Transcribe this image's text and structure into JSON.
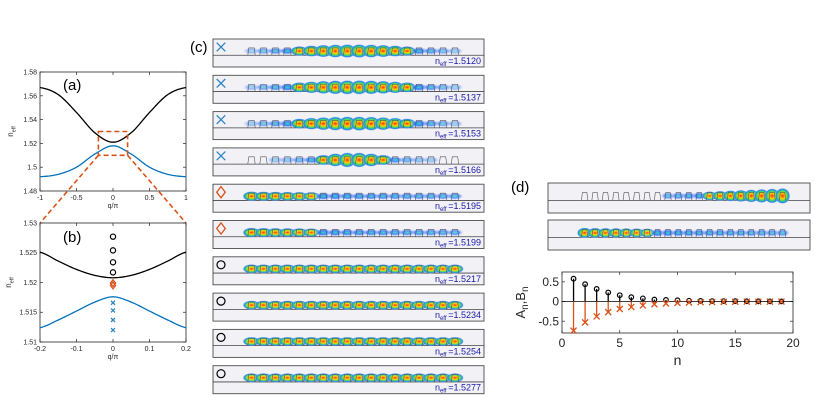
{
  "colors": {
    "upper": "#000000",
    "lower": "#0072BD",
    "accent": "#D95319",
    "xmark": "#2E86C1",
    "neff_text": "#1a1aa6",
    "frame": "#4d4d4d",
    "bg": "#ffffff"
  },
  "panel_letters": {
    "a": "(a)",
    "b": "(b)",
    "c": "(c)",
    "d": "(d)"
  },
  "chart_data": [
    {
      "id": "a",
      "type": "line",
      "xlabel": "q/π",
      "ylabel": "n_eff",
      "xlim": [
        -1,
        1
      ],
      "ylim": [
        1.48,
        1.58
      ],
      "xticks": [
        -1,
        -0.5,
        0,
        0.5,
        1
      ],
      "xtick_labels": [
        "-1",
        "-0.5",
        "0",
        "0.5",
        "1"
      ],
      "yticks": [
        1.48,
        1.5,
        1.52,
        1.54,
        1.56,
        1.58
      ],
      "ytick_labels": [
        "1.48",
        "1.5",
        "1.52",
        "1.54",
        "1.56",
        "1.58"
      ],
      "series": [
        {
          "color": "#000000",
          "x": [
            -1,
            -0.75,
            -0.5,
            -0.25,
            0,
            0.25,
            0.5,
            0.75,
            1
          ],
          "y": [
            1.567,
            1.561,
            1.546,
            1.529,
            1.521,
            1.529,
            1.546,
            1.561,
            1.567
          ]
        },
        {
          "color": "#0072BD",
          "x": [
            -1,
            -0.75,
            -0.5,
            -0.25,
            0,
            0.25,
            0.5,
            0.75,
            1
          ],
          "y": [
            1.492,
            1.494,
            1.5,
            1.511,
            1.518,
            1.511,
            1.5,
            1.494,
            1.492
          ]
        }
      ],
      "zoom_box": {
        "x": [
          -0.2,
          0.2
        ],
        "y": [
          1.51,
          1.53
        ]
      }
    },
    {
      "id": "b",
      "type": "line",
      "xlabel": "q/π",
      "ylabel": "n_eff",
      "xlim": [
        -0.2,
        0.2
      ],
      "ylim": [
        1.51,
        1.53
      ],
      "xticks": [
        -0.2,
        -0.1,
        0,
        0.1,
        0.2
      ],
      "xtick_labels": [
        "-0.2",
        "-0.1",
        "0",
        "0.1",
        "0.2"
      ],
      "yticks": [
        1.51,
        1.515,
        1.52,
        1.525,
        1.53
      ],
      "ytick_labels": [
        "1.51",
        "1.515",
        "1.52",
        "1.525",
        "1.53"
      ],
      "series": [
        {
          "color": "#000000",
          "x": [
            -0.2,
            -0.15,
            -0.1,
            -0.05,
            0,
            0.05,
            0.1,
            0.15,
            0.2
          ],
          "y": [
            1.5251,
            1.5236,
            1.5222,
            1.5212,
            1.5208,
            1.5212,
            1.5222,
            1.5236,
            1.5251
          ]
        },
        {
          "color": "#0072BD",
          "x": [
            -0.2,
            -0.15,
            -0.1,
            -0.05,
            0,
            0.05,
            0.1,
            0.15,
            0.2
          ],
          "y": [
            1.5124,
            1.5137,
            1.5152,
            1.5167,
            1.5176,
            1.5167,
            1.5152,
            1.5137,
            1.5124
          ]
        }
      ],
      "markers": [
        {
          "symbol": "circle",
          "color": "#000000",
          "x": 0,
          "y": [
            1.5277,
            1.5254,
            1.5234,
            1.5217
          ]
        },
        {
          "symbol": "diamond",
          "color": "#D95319",
          "x": 0,
          "y": [
            1.5199,
            1.5195
          ]
        },
        {
          "symbol": "x",
          "color": "#2E86C1",
          "x": 0,
          "y": [
            1.5166,
            1.5153,
            1.5137,
            1.512
          ]
        }
      ]
    },
    {
      "id": "d",
      "type": "stem",
      "xlabel": "n",
      "ylabel": "A_n, B_n",
      "xlim": [
        0,
        20
      ],
      "ylim": [
        -0.8,
        0.75
      ],
      "xticks": [
        0,
        5,
        10,
        15,
        20
      ],
      "xtick_labels": [
        "0",
        "5",
        "10",
        "15",
        "20"
      ],
      "yticks": [
        -0.5,
        0,
        0.5
      ],
      "ytick_labels": [
        "-0.5",
        "0",
        "0.5"
      ],
      "series": [
        {
          "symbol": "circle",
          "color": "#000000",
          "x": [
            1,
            2,
            3,
            4,
            5,
            6,
            7,
            8,
            9,
            10,
            11,
            12,
            13,
            14,
            15,
            16,
            17,
            18,
            19
          ],
          "y": [
            0.58,
            0.44,
            0.32,
            0.23,
            0.16,
            0.11,
            0.08,
            0.05,
            0.04,
            0.03,
            0.02,
            0.015,
            0.01,
            0.01,
            0.008,
            0.006,
            0.005,
            0.004,
            0.003
          ]
        },
        {
          "symbol": "x",
          "color": "#D95319",
          "x": [
            1,
            2,
            3,
            4,
            5,
            6,
            7,
            8,
            9,
            10,
            11,
            12,
            13,
            14,
            15,
            16,
            17,
            18,
            19
          ],
          "y": [
            -0.74,
            -0.53,
            -0.38,
            -0.27,
            -0.19,
            -0.14,
            -0.1,
            -0.07,
            -0.05,
            -0.035,
            -0.025,
            -0.018,
            -0.013,
            -0.009,
            -0.006,
            -0.005,
            -0.004,
            -0.003,
            -0.002
          ]
        }
      ]
    }
  ],
  "mode_panels": [
    {
      "symbol": "x",
      "neff": "=1.5120",
      "profile": "edge"
    },
    {
      "symbol": "x",
      "neff": "=1.5137",
      "profile": "broad"
    },
    {
      "symbol": "x",
      "neff": "=1.5153",
      "profile": "broad"
    },
    {
      "symbol": "x",
      "neff": "=1.5166",
      "profile": "center"
    },
    {
      "symbol": "diamond",
      "neff": "=1.5195",
      "profile": "left-edge"
    },
    {
      "symbol": "diamond",
      "neff": "=1.5199",
      "profile": "left-edge"
    },
    {
      "symbol": "circle",
      "neff": "=1.5217",
      "profile": "uniform"
    },
    {
      "symbol": "circle",
      "neff": "=1.5234",
      "profile": "uniform"
    },
    {
      "symbol": "circle",
      "neff": "=1.5254",
      "profile": "uniform"
    },
    {
      "symbol": "circle",
      "neff": "=1.5277",
      "profile": "uniform"
    }
  ],
  "neff_prefix": "n",
  "neff_sub": "eff",
  "d_panels": [
    {
      "profile": "right-edge"
    },
    {
      "profile": "left-edge"
    }
  ]
}
